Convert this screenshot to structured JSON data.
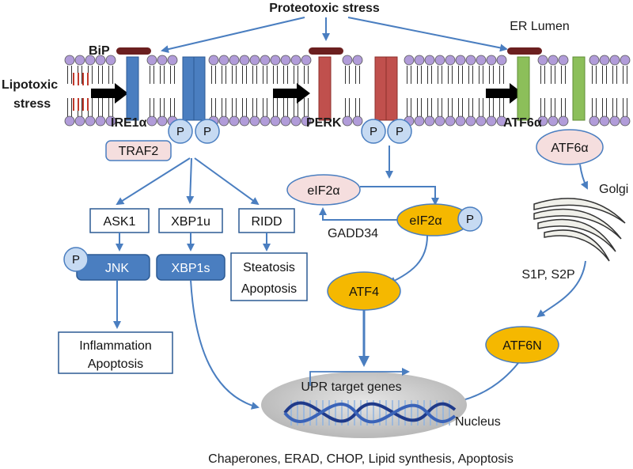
{
  "top": {
    "proteotoxic": "Proteotoxic stress",
    "lipotoxic_line1": "Lipotoxic",
    "lipotoxic_line2": "stress",
    "er_lumen": "ER Lumen",
    "bip": "BiP"
  },
  "sensors": {
    "ire1": "IRE1α",
    "perk": "PERK",
    "atf6": "ATF6α"
  },
  "phospho": "P",
  "ire1_branch": {
    "traf2": "TRAF2",
    "ask1": "ASK1",
    "jnk": "JNK",
    "xbp1u": "XBP1u",
    "xbp1s": "XBP1s",
    "ridd": "RIDD",
    "steatosis": "Steatosis",
    "apoptosis_ridd": "Apoptosis",
    "inflammation": "Inflammation",
    "apoptosis_jnk": "Apoptosis"
  },
  "perk_branch": {
    "eif2a_left": "eIF2α",
    "eif2a_right": "eIF2α",
    "gadd34": "GADD34",
    "atf4": "ATF4"
  },
  "atf6_branch": {
    "atf6a": "ATF6α",
    "golgi": "Golgi",
    "s1p_s2p": "S1P, S2P",
    "atf6n": "ATF6N"
  },
  "nucleus": {
    "upr_genes": "UPR target genes",
    "nucleus": "Nucleus",
    "outputs": "Chaperones, ERAD, CHOP, Lipid synthesis, Apoptosis"
  },
  "colors": {
    "ire1_blue": "#4a7ec0",
    "perk_red": "#c0504d",
    "atf6_green": "#8cbf5a",
    "bip_brown": "#6b1f1f",
    "lipid_purple": "#b19cd9",
    "yellow": "#f5b800",
    "pink": "#f5dede",
    "light_blue_circle": "#c6daf2",
    "arrow_blue": "#4a7ec0"
  }
}
